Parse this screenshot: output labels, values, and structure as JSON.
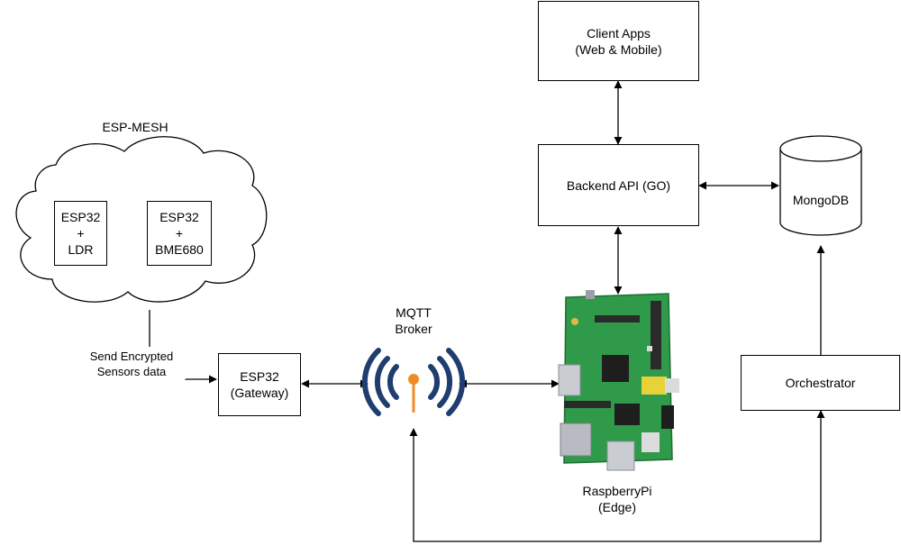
{
  "client_apps": {
    "line1": "Client Apps",
    "line2": "(Web & Mobile)"
  },
  "backend": {
    "label": "Backend API (GO)"
  },
  "mongodb": {
    "label": "MongoDB"
  },
  "orchestrator": {
    "label": "Orchestrator"
  },
  "mesh": {
    "title": "ESP-MESH"
  },
  "node_ldr": {
    "line1": "ESP32",
    "line2": "+",
    "line3": "LDR"
  },
  "node_bme": {
    "line1": "ESP32",
    "line2": "+",
    "line3": "BME680"
  },
  "send_label": {
    "line1": "Send Encrypted",
    "line2": "Sensors data"
  },
  "gateway": {
    "line1": "ESP32",
    "line2": "(Gateway)"
  },
  "mqtt": {
    "line1": "MQTT",
    "line2": "Broker",
    "icon": "antenna-broadcast-icon",
    "color_arcs": "#1f3d6e",
    "color_tip": "#f08c28"
  },
  "raspberry": {
    "line1": "RaspberryPi",
    "line2": "(Edge)",
    "icon": "raspberry-pi-board-icon",
    "color_board": "#2f9a49"
  }
}
